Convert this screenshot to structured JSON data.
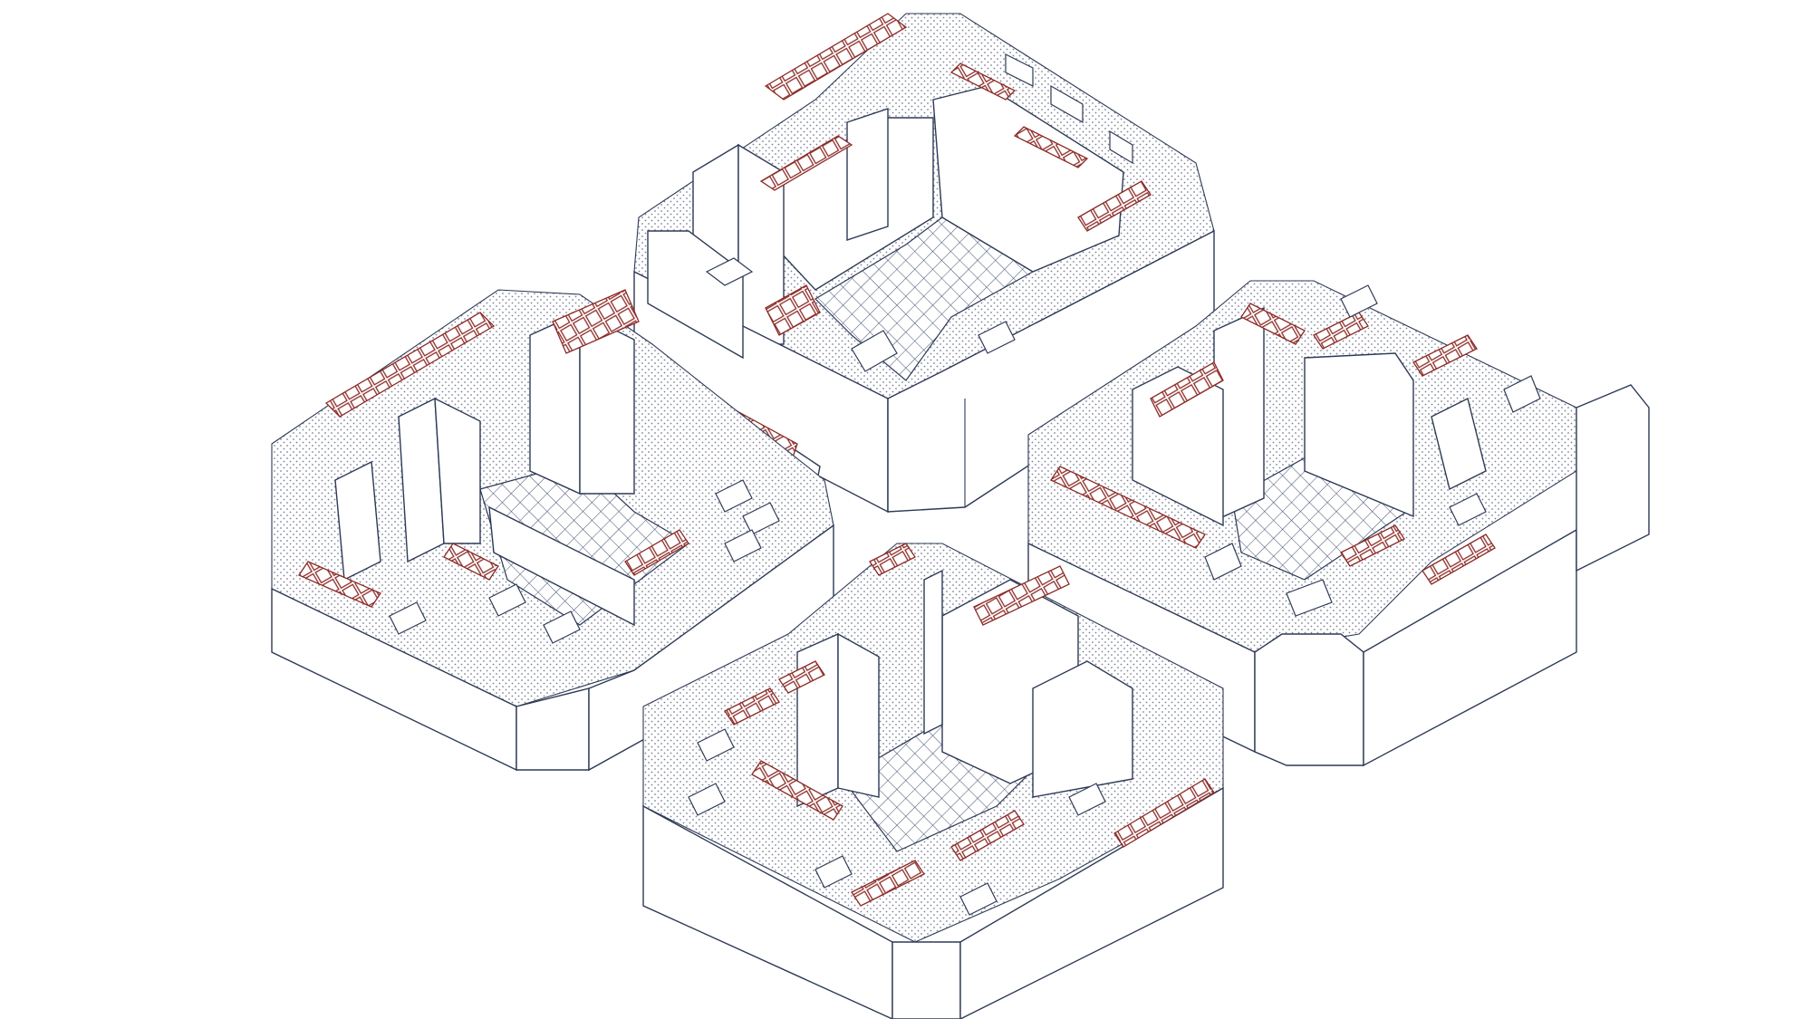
{
  "colors": {
    "background": "#ffffff",
    "line": "#2d3a56",
    "solar_panel": "#8b2a25",
    "roof_dots": "#7d8496",
    "courtyard_grid": "#3f4d6b"
  },
  "blocks": [
    {
      "id": "north",
      "label_text": ""
    },
    {
      "id": "west",
      "label_text": ""
    },
    {
      "id": "east",
      "label_text": ""
    },
    {
      "id": "south",
      "label_text": ""
    }
  ]
}
